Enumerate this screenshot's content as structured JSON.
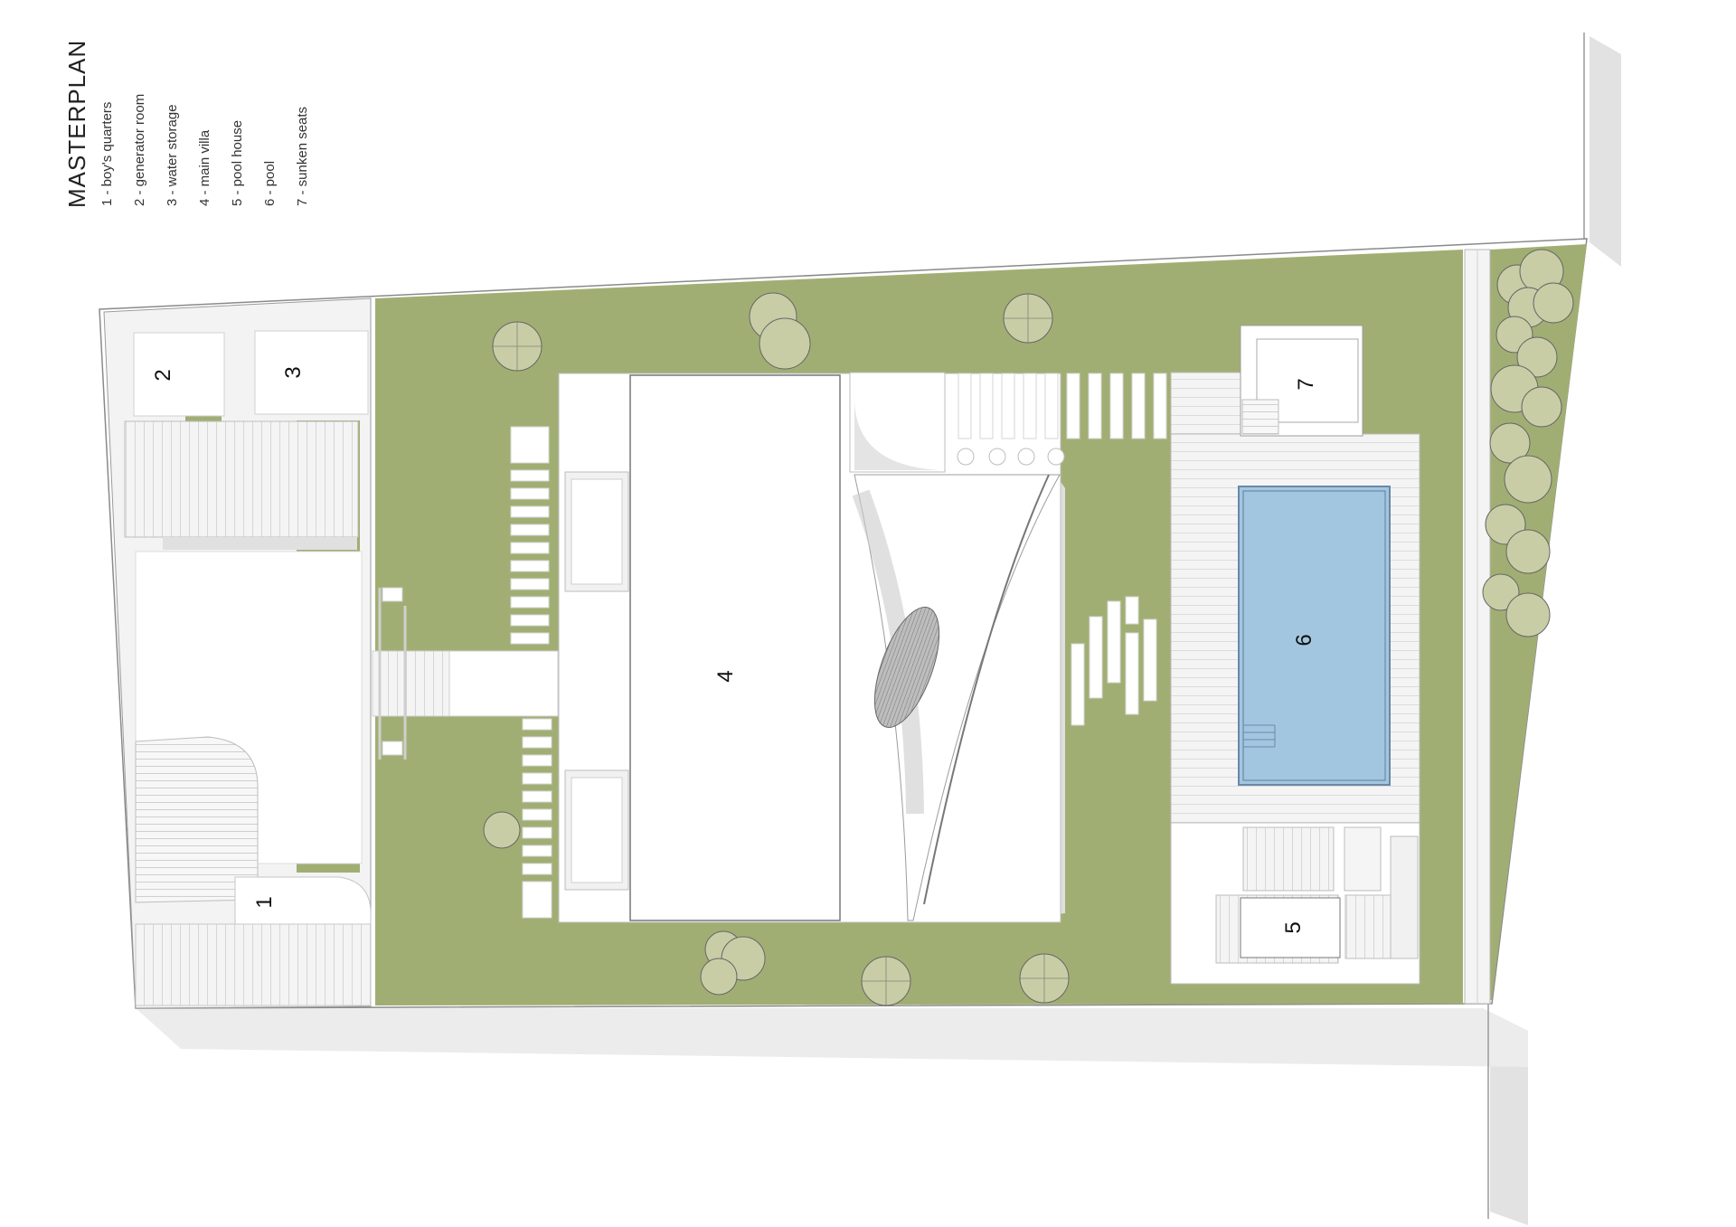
{
  "legend": {
    "title": "MASTERPLAN",
    "items": [
      {
        "num": "1",
        "label": "1 -   boy's quarters"
      },
      {
        "num": "2",
        "label": "2 -   generator room"
      },
      {
        "num": "3",
        "label": "3 -   water storage"
      },
      {
        "num": "4",
        "label": "4 -   main villa"
      },
      {
        "num": "5",
        "label": "5 -   pool house"
      },
      {
        "num": "6",
        "label": "6 -   pool"
      },
      {
        "num": "7",
        "label": "7 -   sunken seats"
      }
    ]
  },
  "colors": {
    "lawn": "#a1ae73",
    "pool": "#a3c6e0",
    "shadow": "#e2e2e2",
    "deck": "#f2f2f2",
    "tree": "#c8cda6",
    "outline": "#8a8a8a"
  }
}
